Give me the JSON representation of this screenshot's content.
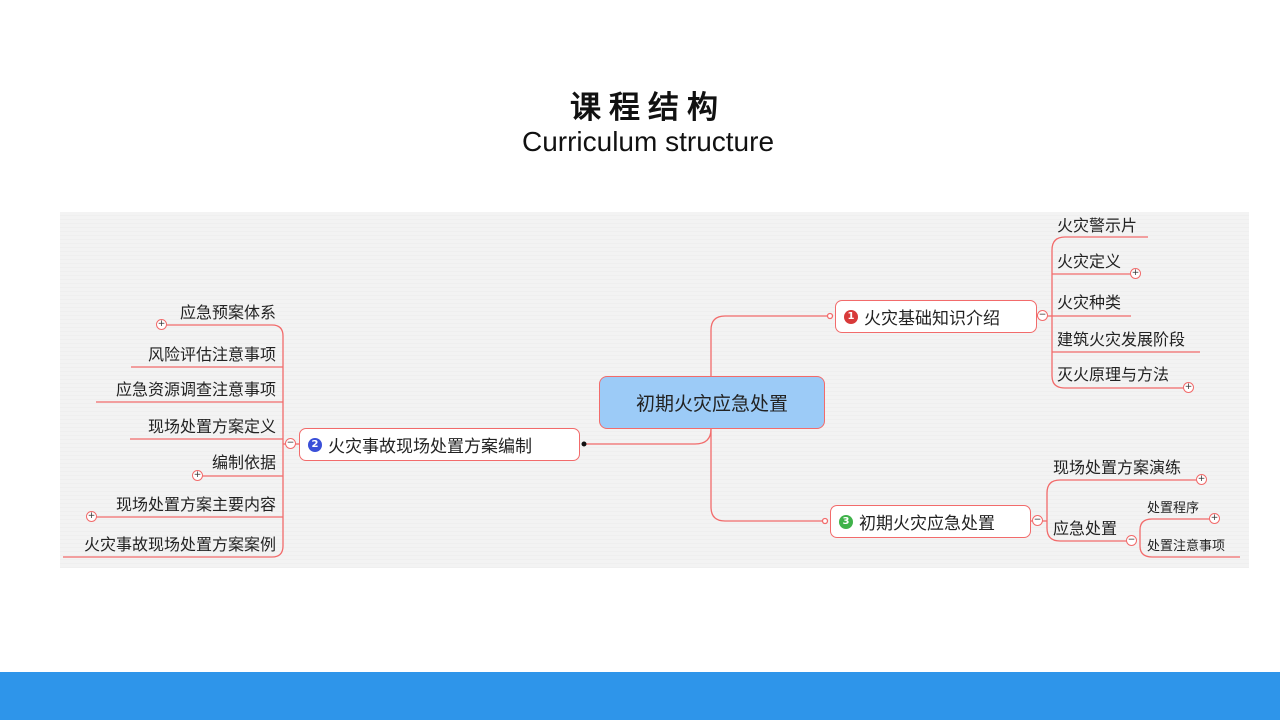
{
  "header": {
    "title": "课程结构",
    "subtitle": "Curriculum structure"
  },
  "mindmap": {
    "center": "初期火灾应急处置",
    "branch1": {
      "num": "1",
      "label": "火灾基础知识介绍",
      "color": "#d83a3a",
      "children": [
        "火灾警示片",
        "火灾定义",
        "火灾种类",
        "建筑火灾发展阶段",
        "灭火原理与方法"
      ]
    },
    "branch2": {
      "num": "2",
      "label": "火灾事故现场处置方案编制",
      "color": "#3a4fd8",
      "children": [
        "应急预案体系",
        "风险评估注意事项",
        "应急资源调查注意事项",
        "现场处置方案定义",
        "编制依据",
        "现场处置方案主要内容",
        "火灾事故现场处置方案案例"
      ]
    },
    "branch3": {
      "num": "3",
      "label": "初期火灾应急处置",
      "color": "#3fb24a",
      "children": [
        "现场处置方案演练",
        "应急处置"
      ],
      "sub": [
        "处置程序",
        "处置注意事项"
      ]
    }
  },
  "icons": {
    "expand": "+",
    "collapse": "−"
  },
  "colors": {
    "line": "#f26b6b",
    "center_fill": "#9ccbf7",
    "footer": "#2e95ea"
  }
}
